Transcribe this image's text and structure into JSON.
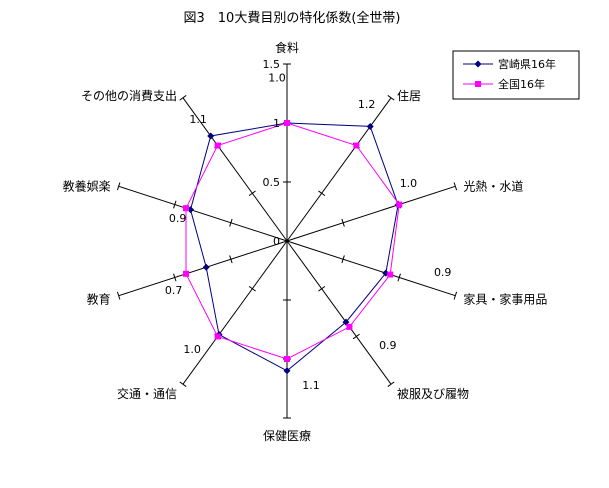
{
  "chart_data": {
    "type": "radar",
    "title": "図3　10大費目別の特化係数(全世帯)",
    "categories": [
      "食料",
      "住居",
      "光熱・水道",
      "家具・家事用品",
      "被服及び履物",
      "保健医療",
      "交通・通信",
      "教育",
      "教養娯楽",
      "その他の消費支出"
    ],
    "rlim": [
      0,
      1.5
    ],
    "rticks": [
      0,
      0.5,
      1,
      1.5
    ],
    "rtick_labels": [
      "0",
      "0.5",
      "1",
      "1.5"
    ],
    "series": [
      {
        "name": "宮崎県16年",
        "values": [
          1.0,
          1.2,
          0.99,
          0.88,
          0.85,
          1.1,
          0.98,
          0.72,
          0.86,
          1.1
        ],
        "color": "#000080",
        "marker": "diamond"
      },
      {
        "name": "全国16年",
        "values": [
          1.0,
          1.0,
          1.0,
          0.92,
          0.9,
          1.0,
          1.0,
          0.9,
          0.9,
          1.0
        ],
        "color": "#ff00ff",
        "marker": "square"
      }
    ],
    "data_labels": [
      "1.0",
      "1.2",
      "1.0",
      "0.9",
      "0.9",
      "1.1",
      "1.0",
      "0.7",
      "0.9",
      "1.1"
    ],
    "legend_position": "top-right",
    "grid": "spokes with tick marks"
  }
}
